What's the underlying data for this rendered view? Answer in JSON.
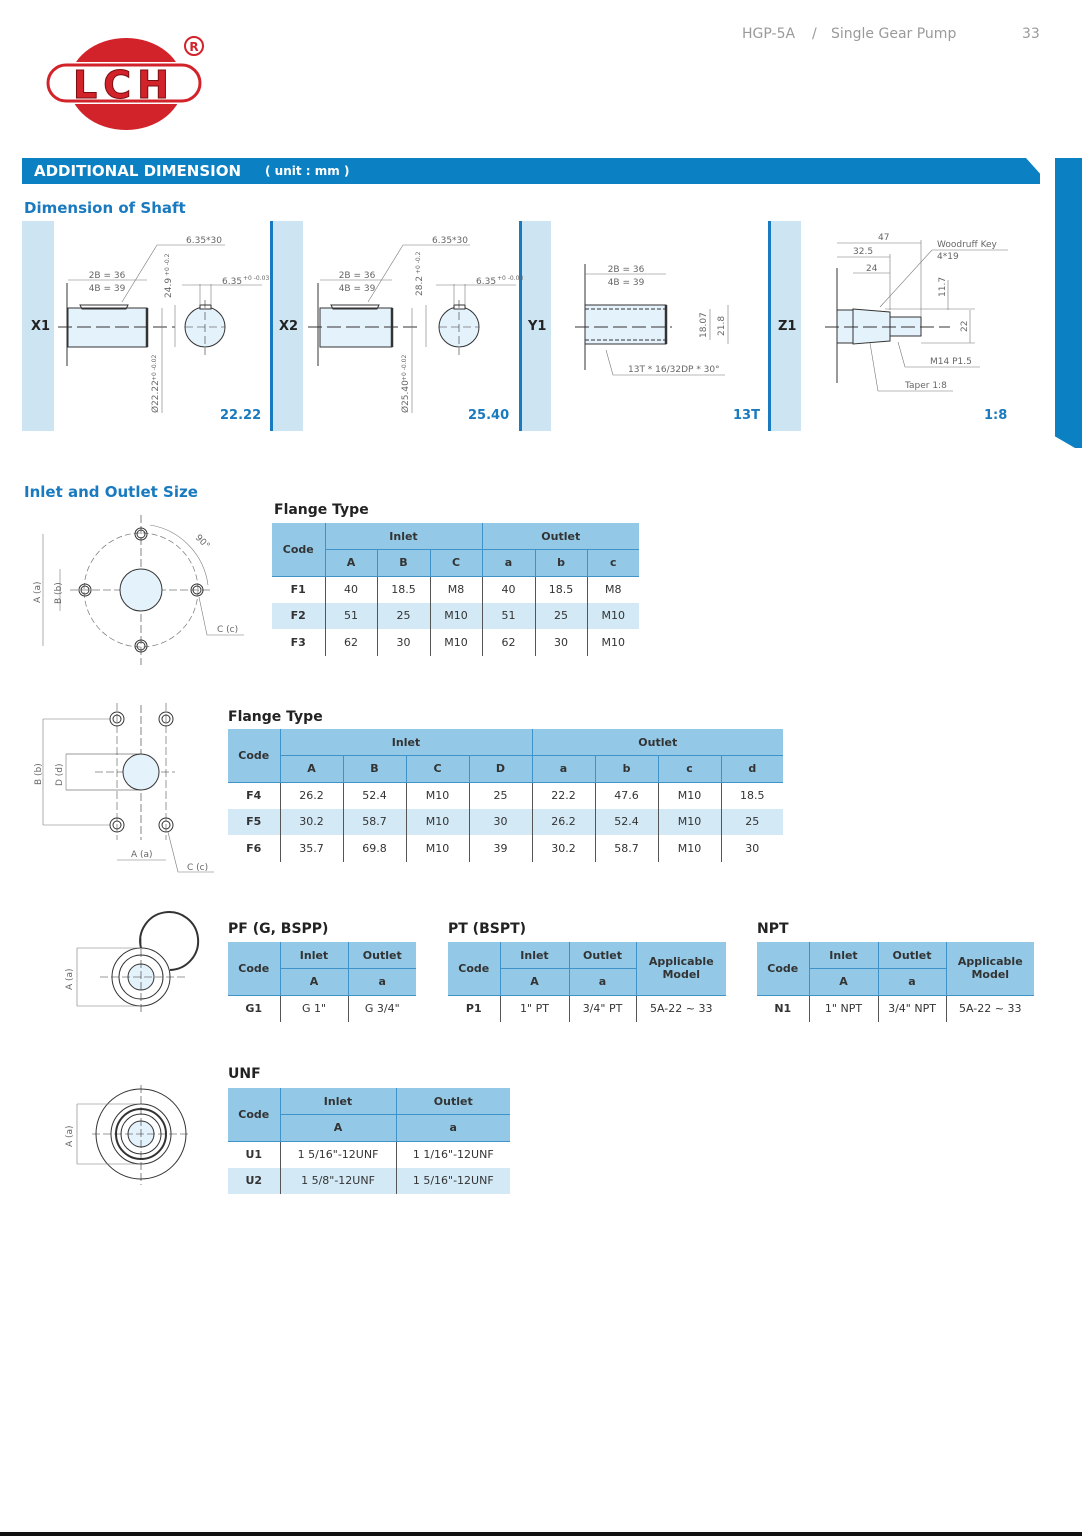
{
  "header": {
    "series": "HGP-5A",
    "separator": "/",
    "product": "Single Gear Pump",
    "page_number": "33"
  },
  "logo": {
    "text": "LCH",
    "registered": "R"
  },
  "banner": {
    "title": "ADDITIONAL DIMENSION",
    "unit": "( unit : mm )"
  },
  "shaft": {
    "title": "Dimension of Shaft",
    "panels": [
      {
        "code": "X1",
        "value": "22.22",
        "notes": {
          "len1": "2B = 36",
          "len2": "4B = 39",
          "key": "6.35*30",
          "height": "24.9",
          "height_tol": "+0 -0.2",
          "key_width": "6.35",
          "key_tol": "+0 -0.03",
          "dia": "Ø22.22",
          "dia_tol": "+0 -0.02"
        }
      },
      {
        "code": "X2",
        "value": "25.40",
        "notes": {
          "len1": "2B = 36",
          "len2": "4B = 39",
          "key": "6.35*30",
          "height": "28.2",
          "height_tol": "+0 -0.2",
          "key_width": "6.35",
          "key_tol": "+0 -0.03",
          "dia": "Ø25.40",
          "dia_tol": "+0 -0.02"
        }
      },
      {
        "code": "Y1",
        "value": "13T",
        "notes": {
          "len1": "2B = 36",
          "len2": "4B = 39",
          "minor": "18.07",
          "major": "21.8",
          "spline": "13T * 16/32DP * 30°"
        }
      },
      {
        "code": "Z1",
        "value": "1:8",
        "notes": {
          "l47": "47",
          "l325": "32.5",
          "l24": "24",
          "key": "Woodruff Key",
          "key_size": "4*19",
          "h117": "11.7",
          "d22": "22",
          "thread": "M14  P1.5",
          "taper": "Taper 1:8"
        }
      }
    ]
  },
  "inlet_outlet": {
    "title": "Inlet and Outlet Size",
    "diagram_labels": {
      "a": "A (a)",
      "b": "B (b)",
      "c": "C (c)",
      "d": "D (d)",
      "angle": "90°"
    },
    "tables": [
      {
        "title": "Flange Type",
        "code_header": "Code",
        "groups": [
          {
            "label": "Inlet",
            "cols": [
              "A",
              "B",
              "C"
            ]
          },
          {
            "label": "Outlet",
            "cols": [
              "a",
              "b",
              "c"
            ]
          }
        ],
        "rows": [
          [
            "F1",
            "40",
            "18.5",
            "M8",
            "40",
            "18.5",
            "M8"
          ],
          [
            "F2",
            "51",
            "25",
            "M10",
            "51",
            "25",
            "M10"
          ],
          [
            "F3",
            "62",
            "30",
            "M10",
            "62",
            "30",
            "M10"
          ]
        ],
        "shaded": [
          1
        ]
      },
      {
        "title": "Flange Type",
        "code_header": "Code",
        "groups": [
          {
            "label": "Inlet",
            "cols": [
              "A",
              "B",
              "C",
              "D"
            ]
          },
          {
            "label": "Outlet",
            "cols": [
              "a",
              "b",
              "c",
              "d"
            ]
          }
        ],
        "rows": [
          [
            "F4",
            "26.2",
            "52.4",
            "M10",
            "25",
            "22.2",
            "47.6",
            "M10",
            "18.5"
          ],
          [
            "F5",
            "30.2",
            "58.7",
            "M10",
            "30",
            "26.2",
            "52.4",
            "M10",
            "25"
          ],
          [
            "F6",
            "35.7",
            "69.8",
            "M10",
            "39",
            "30.2",
            "58.7",
            "M10",
            "30"
          ]
        ],
        "shaded": [
          1
        ]
      },
      {
        "title": "PF (G, BSPP)",
        "code_header": "Code",
        "groups": [
          {
            "label": "Inlet",
            "cols": [
              "A"
            ]
          },
          {
            "label": "Outlet",
            "cols": [
              "a"
            ]
          }
        ],
        "rows": [
          [
            "G1",
            "G 1\"",
            "G 3/4\""
          ]
        ],
        "shaded": []
      },
      {
        "title": "PT (BSPT)",
        "code_header": "Code",
        "groups": [
          {
            "label": "Inlet",
            "cols": [
              "A"
            ]
          },
          {
            "label": "Outlet",
            "cols": [
              "a"
            ]
          }
        ],
        "extra_header": "Applicable Model",
        "rows": [
          [
            "P1",
            "1\" PT",
            "3/4\" PT",
            "5A-22 ~ 33"
          ]
        ],
        "shaded": []
      },
      {
        "title": "NPT",
        "code_header": "Code",
        "groups": [
          {
            "label": "Inlet",
            "cols": [
              "A"
            ]
          },
          {
            "label": "Outlet",
            "cols": [
              "a"
            ]
          }
        ],
        "extra_header": "Applicable Model",
        "rows": [
          [
            "N1",
            "1\" NPT",
            "3/4\" NPT",
            "5A-22 ~ 33"
          ]
        ],
        "shaded": []
      },
      {
        "title": "UNF",
        "code_header": "Code",
        "groups": [
          {
            "label": "Inlet",
            "cols": [
              "A"
            ]
          },
          {
            "label": "Outlet",
            "cols": [
              "a"
            ]
          }
        ],
        "rows": [
          [
            "U1",
            "1 5/16\"-12UNF",
            "1 1/16\"-12UNF"
          ],
          [
            "U2",
            "1 5/8\"-12UNF",
            "1 5/16\"-12UNF"
          ]
        ],
        "shaded": [
          1
        ]
      }
    ]
  },
  "colors": {
    "brand_blue": "#0b80c3",
    "section_blue": "#1a7abf",
    "header_cell": "#93c9e7",
    "shaded_row": "#d3e9f6",
    "logo_red": "#d2232a"
  }
}
